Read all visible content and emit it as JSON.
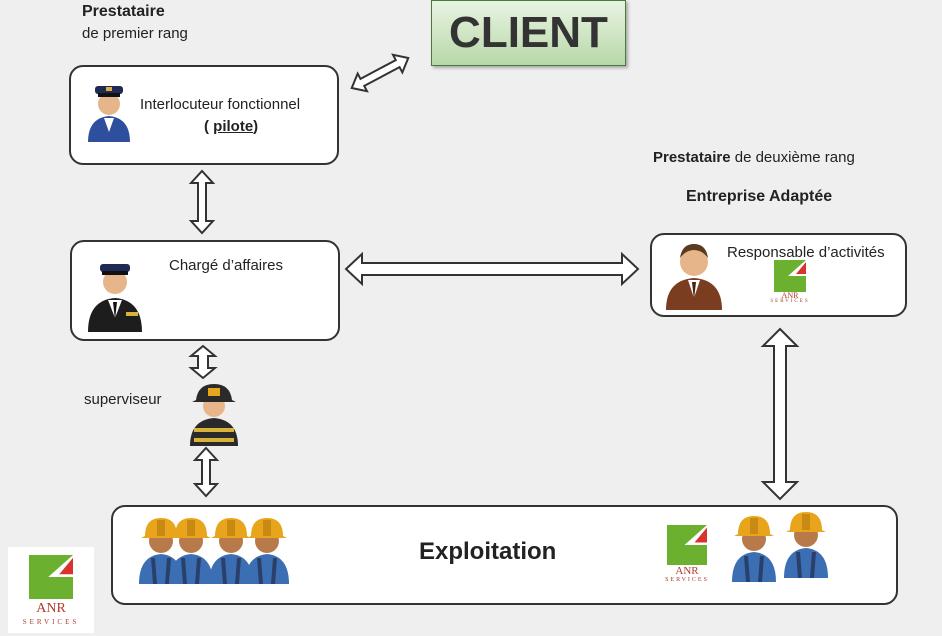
{
  "header_left": {
    "title": "Prestataire",
    "subtitle": "de premier rang"
  },
  "client_label": "CLIENT",
  "pilot_box": {
    "line1": "Interlocuteur fonctionnel",
    "line2_open": "( ",
    "line2_word": "pilote",
    "line2_close": ")"
  },
  "charge_box": {
    "label": "Chargé d’affaires"
  },
  "supervisor_label": "superviseur",
  "header_right": {
    "title_bold": "Prestataire",
    "title_rest": " de deuxième rang",
    "subtitle": "Entreprise Adaptée"
  },
  "responsable_box": {
    "label": "Responsable d’activités"
  },
  "exploitation_box": {
    "label": "Exploitation"
  },
  "logo": {
    "line1": "ANR",
    "line2": "SERVICES"
  },
  "colors": {
    "logo_green": "#6bb02e",
    "logo_red": "#d9342b",
    "client_green": "#b8d8a8",
    "worker_helmet": "#e8a51c",
    "worker_shirt": "#3c6eb4"
  },
  "icons": [
    "pilot-person-icon",
    "business-person-icon",
    "firefighter-person-icon",
    "manager-person-icon",
    "worker-person-icon"
  ]
}
